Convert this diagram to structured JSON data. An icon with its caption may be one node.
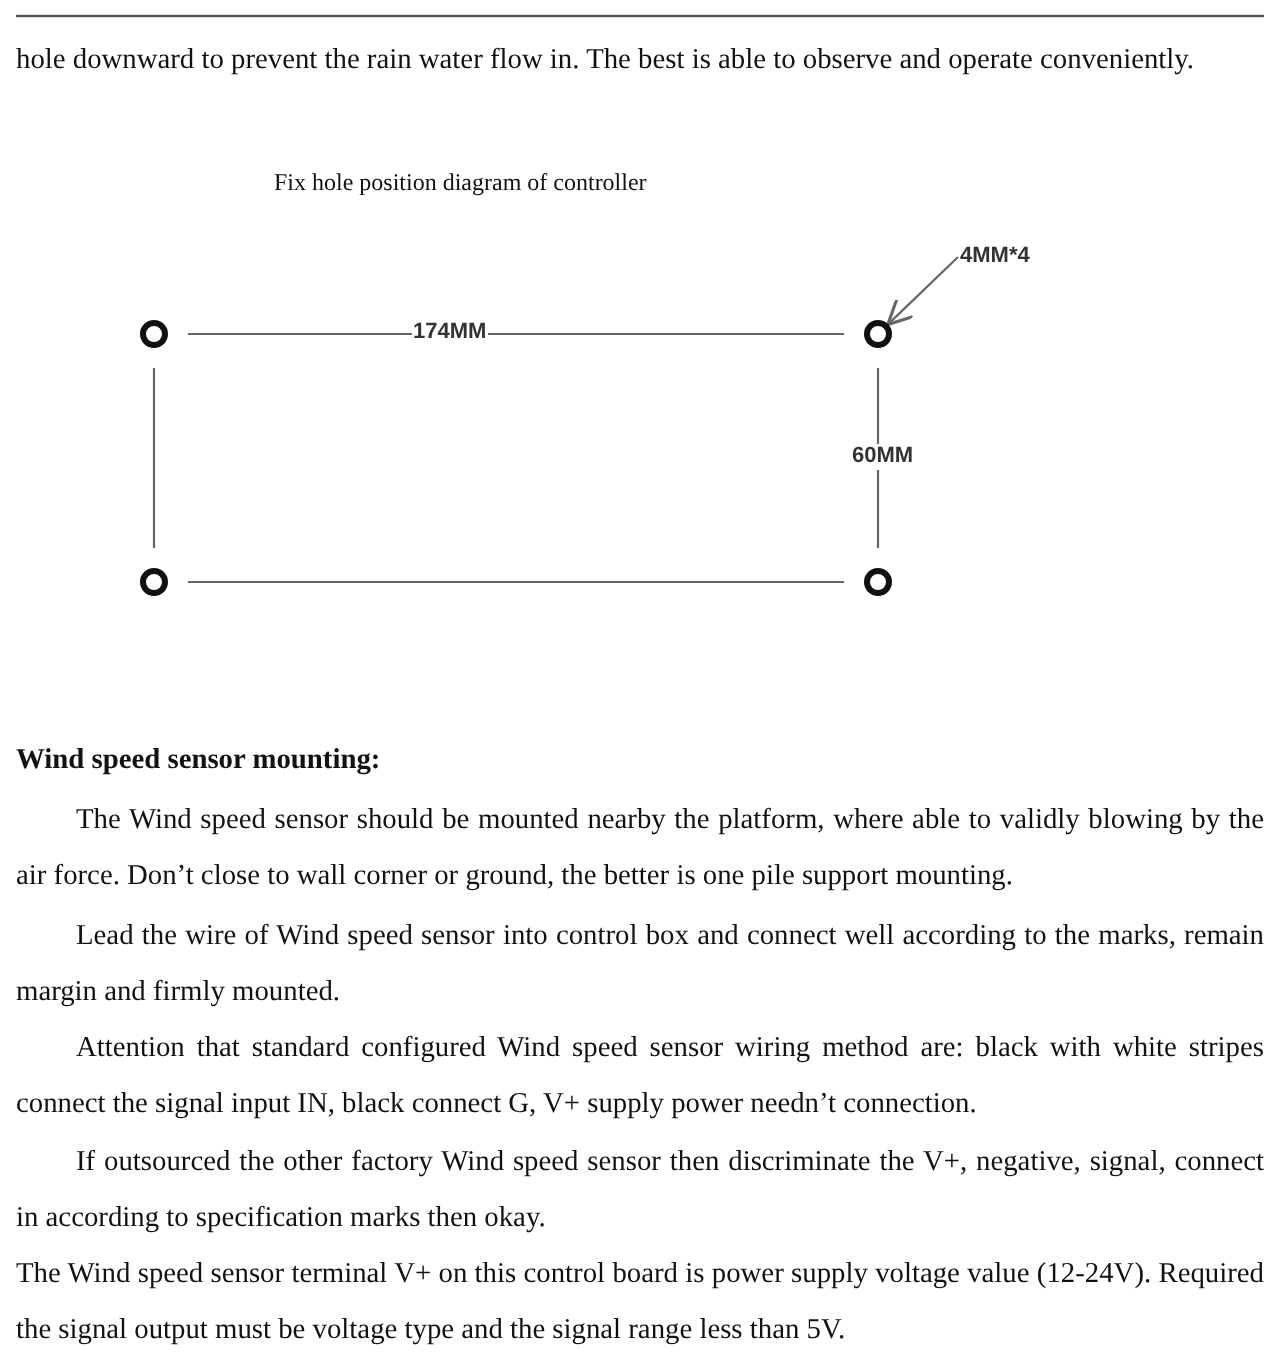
{
  "diagram": {
    "title": "Fix hole position diagram of controller",
    "nodes": [
      {
        "text": [
          "4MM*4"
        ]
      },
      {
        "text": [],
        "shape": "circle"
      },
      {
        "text": [],
        "shape": "circle"
      },
      {
        "text": [],
        "shape": "circle"
      },
      {
        "text": [],
        "shape": "circle"
      }
    ],
    "edges": [
      {
        "from": 1,
        "to": 2,
        "arrow": "none",
        "label": "174MM"
      },
      {
        "from": 2,
        "to": 4,
        "arrow": "none",
        "label": "60MM"
      },
      {
        "from": 1,
        "to": 3,
        "arrow": "none"
      },
      {
        "from": 3,
        "to": 4,
        "arrow": "none"
      },
      {
        "from": 0,
        "to": 2,
        "arrow": "to"
      }
    ],
    "labels": [
      "hole downward to prevent the rain water flow in. The best is able to observe and operate conveniently.",
      "Wind speed sensor mounting:",
      "The Wind speed sensor should be mounted nearby the platform, where able to validly blowing by the air force. Don’t close to wall corner or ground, the better is one pile support mounting.",
      "Lead the wire of Wind speed sensor into control box and connect well according to the marks, remain margin and firmly mounted.",
      "Attention that standard configured Wind speed sensor wiring method are: black with white stripes connect the signal input IN, black connect G, V+ supply power needn’t connection.",
      "If outsourced the other factory Wind speed sensor then discriminate the V+, negative, signal, connect in according to specification marks then okay.",
      "The Wind speed sensor terminal V+ on this control board is power supply voltage value (12-24V). Required the signal output must be voltage type and the signal range less than 5V."
    ]
  }
}
